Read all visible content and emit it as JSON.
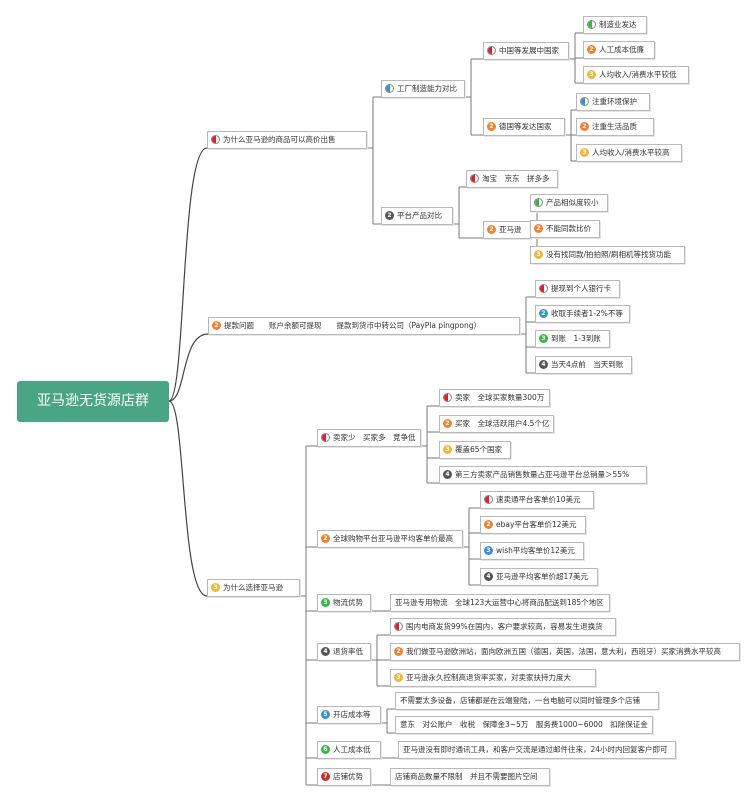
{
  "root": "亚马逊无货源店群",
  "marker_colors": {
    "red": "#d8222b",
    "orange": "#f08232",
    "yellow": "#f2b63c",
    "blue": "#3a8fd8",
    "green": "#3bb54a",
    "gray": "#555555",
    "darkred": "#c62e2e"
  },
  "nodes": [
    {
      "id": "b1",
      "text": "为什么亚马逊的商品可以高价出售",
      "marker": "half",
      "mcolor": "red"
    },
    {
      "id": "b1a",
      "text": "工厂制造能力对比",
      "marker": "half",
      "mcolor": "blue"
    },
    {
      "id": "b1a1",
      "text": "中国等发展中国家",
      "marker": "half",
      "mcolor": "red"
    },
    {
      "id": "b1a1a",
      "text": "制造业发达",
      "marker": "half",
      "mcolor": "green"
    },
    {
      "id": "b1a1b",
      "text": "人工成本低廉",
      "marker": "num",
      "mcolor": "orange",
      "num": "2"
    },
    {
      "id": "b1a1c",
      "text": "人均收入/消费水平较低",
      "marker": "num",
      "mcolor": "yellow",
      "num": "3"
    },
    {
      "id": "b1a2",
      "text": "德国等发达国家",
      "marker": "num",
      "mcolor": "orange",
      "num": "2"
    },
    {
      "id": "b1a2a",
      "text": "注重环境保护",
      "marker": "half",
      "mcolor": "blue"
    },
    {
      "id": "b1a2b",
      "text": "注重生活品质",
      "marker": "num",
      "mcolor": "orange",
      "num": "2"
    },
    {
      "id": "b1a2c",
      "text": "人均收入/消费水平较高",
      "marker": "num",
      "mcolor": "yellow",
      "num": "3"
    },
    {
      "id": "b1b",
      "text": "平台产品对比",
      "marker": "num",
      "mcolor": "gray",
      "num": "2"
    },
    {
      "id": "b1b1",
      "text": "淘宝　京东　拼多多",
      "marker": "half",
      "mcolor": "red"
    },
    {
      "id": "b1b2",
      "text": "亚马逊",
      "marker": "num",
      "mcolor": "orange",
      "num": "2"
    },
    {
      "id": "b1b2a",
      "text": "产品相似度较小",
      "marker": "half",
      "mcolor": "green"
    },
    {
      "id": "b1b2b",
      "text": "不能同款比价",
      "marker": "num",
      "mcolor": "orange",
      "num": "2"
    },
    {
      "id": "b1b2c",
      "text": "没有找同款/拍拍照/刷相机等找货功能",
      "marker": "num",
      "mcolor": "yellow",
      "num": "3"
    },
    {
      "id": "b2",
      "text": "提款问题　　账户余额可提现　　提款到货币中转公司（PayPla pingpong）",
      "marker": "num",
      "mcolor": "orange",
      "num": "2"
    },
    {
      "id": "b2a",
      "text": "提现到个人银行卡",
      "marker": "half",
      "mcolor": "red"
    },
    {
      "id": "b2b",
      "text": "收取手续者1-2%不等",
      "marker": "num",
      "mcolor": "blue",
      "num": "2"
    },
    {
      "id": "b2c",
      "text": "到账　1-3到账",
      "marker": "num",
      "mcolor": "green",
      "num": "3"
    },
    {
      "id": "b2d",
      "text": "当天4点前　当天到账",
      "marker": "num",
      "mcolor": "gray",
      "num": "4"
    },
    {
      "id": "b3",
      "text": "为什么选择亚马逊",
      "marker": "num",
      "mcolor": "yellow",
      "num": "3"
    },
    {
      "id": "b3a",
      "text": "卖家少　买家多　竞争低",
      "marker": "half",
      "mcolor": "red"
    },
    {
      "id": "b3a1",
      "text": "卖家　全球买家数量300万",
      "marker": "half",
      "mcolor": "red"
    },
    {
      "id": "b3a2",
      "text": "买家　全球活跃用户4.5个亿",
      "marker": "num",
      "mcolor": "orange",
      "num": "2"
    },
    {
      "id": "b3a3",
      "text": "覆盖65个国家",
      "marker": "num",
      "mcolor": "yellow",
      "num": "3"
    },
    {
      "id": "b3a4",
      "text": "第三方卖家产品销售数量占亚马逊平台总销量＞55%",
      "marker": "num",
      "mcolor": "gray",
      "num": "4"
    },
    {
      "id": "b3b",
      "text": "全球购物平台亚马逊平均客单价最高",
      "marker": "num",
      "mcolor": "orange",
      "num": "2"
    },
    {
      "id": "b3b1",
      "text": "速卖通平台客单价10美元",
      "marker": "half",
      "mcolor": "red"
    },
    {
      "id": "b3b2",
      "text": "ebay平台客单价12美元",
      "marker": "num",
      "mcolor": "orange",
      "num": "2"
    },
    {
      "id": "b3b3",
      "text": "wish平均客单价12美元",
      "marker": "num",
      "mcolor": "blue",
      "num": "3"
    },
    {
      "id": "b3b4",
      "text": "亚马逊平均客单价超17美元",
      "marker": "num",
      "mcolor": "gray",
      "num": "4"
    },
    {
      "id": "b3c",
      "text": "物流优势",
      "marker": "num",
      "mcolor": "green",
      "num": "3"
    },
    {
      "id": "b3c1",
      "text": "亚马逊专用物流　全球123大运营中心将商品配送到185个地区",
      "marker": "none"
    },
    {
      "id": "b3d",
      "text": "退货率低",
      "marker": "num",
      "mcolor": "gray",
      "num": "4"
    },
    {
      "id": "b3d1",
      "text": "国内电商发货99%在国内，客户要求较高，容易发生退换货",
      "marker": "half",
      "mcolor": "red"
    },
    {
      "id": "b3d2",
      "text": "我们做亚马逊欧洲站，面向欧洲五国（德国，英国，法国，意大利，西班牙）买家消费水平较高",
      "marker": "num",
      "mcolor": "orange",
      "num": "2"
    },
    {
      "id": "b3d3",
      "text": "亚马逊永久控制高退货率买家，对卖家扶持力度大",
      "marker": "num",
      "mcolor": "yellow",
      "num": "3"
    },
    {
      "id": "b3e",
      "text": "开店成本等",
      "marker": "num",
      "mcolor": "blue",
      "num": "5"
    },
    {
      "id": "b3e1",
      "text": "不需要太多设备，店铺都是在云端登陆，一台电脑可以同时管理多个店铺",
      "marker": "none"
    },
    {
      "id": "b3e2",
      "text": "意东　对公账户　收税　保障金3~5万　服务费1000~6000　扣除保证金",
      "marker": "none"
    },
    {
      "id": "b3f",
      "text": "人工成本低",
      "marker": "num",
      "mcolor": "green",
      "num": "6"
    },
    {
      "id": "b3f1",
      "text": "亚马逊没有即时通讯工具，和客户交流是通过邮件往来，24小时内回复客户即可",
      "marker": "none"
    },
    {
      "id": "b3g",
      "text": "店铺优势",
      "marker": "num",
      "mcolor": "darkred",
      "num": "7"
    },
    {
      "id": "b3g1",
      "text": "店铺商品数量不限制　并且不需要图片空间",
      "marker": "none"
    }
  ]
}
